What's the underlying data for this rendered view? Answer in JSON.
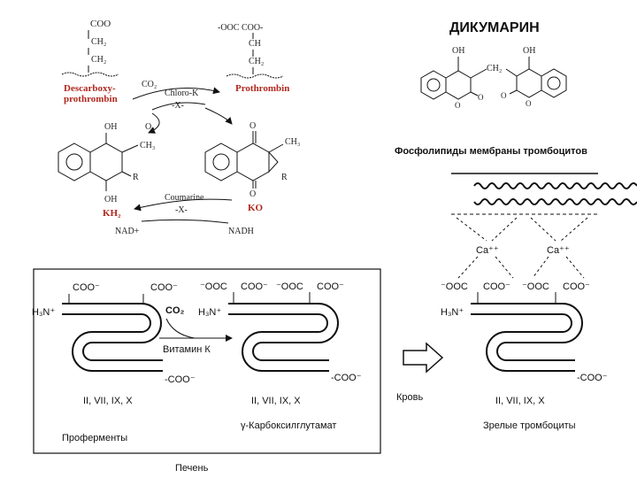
{
  "title": "ДИКУМАРИН",
  "cycle": {
    "coo_top": "COO",
    "ch2_a": "CH₂",
    "ch2_b": "CH₂",
    "descarboxy": "Descarboxy-",
    "descarboxy2": "prothrombin",
    "ooc_coo": "-OOC  COO-",
    "ch": "CH",
    "ch2_c": "CH₂",
    "prothrombin": "Prothrombin",
    "co2": "CO₂",
    "o2": "O₂",
    "enzyme": "Chloro-K",
    "cross": "-X-",
    "oh_top": "OH",
    "ch3_a": "CH₃",
    "r_a": "R",
    "oh_bottom": "OH",
    "kh2": "KH₂",
    "o_top": "O",
    "ch3_b": "CH₃",
    "r_b": "R",
    "o_bottom": "O",
    "ko": "KO",
    "coumarine": "Coumarine",
    "cross2": "-X-",
    "nad": "NAD+",
    "nadh": "NADH"
  },
  "dicoumarol": {
    "oh1": "OH",
    "oh2": "OH",
    "ch2": "CH₂",
    "o1": "O",
    "o2": "O",
    "o3": "O",
    "o4": "O"
  },
  "membrane": {
    "title": "Фосфолипиды мембраны тромбоцитов",
    "ca1": "Ca⁺⁺",
    "ca2": "Ca⁺⁺"
  },
  "liver": {
    "label": "Печень",
    "proenzymes": "Проферменты",
    "factors1": "II, VII, IX, X",
    "factors2": "II, VII, IX, X",
    "gamma": "γ-Карбоксилглутамат",
    "vitamin": "Витамин К",
    "co2": "CO₂",
    "h3n1": "H₃N⁺",
    "h3n2": "H₃N⁺",
    "coo1": "COO⁻",
    "coo2": "COO⁻",
    "coo_end1": "-COO⁻",
    "ooc_a": "⁻OOC",
    "coo_a": "COO⁻",
    "ooc_b": "⁻OOC",
    "coo_b": "COO⁻",
    "coo_end2": "-COO⁻"
  },
  "blood": {
    "label": "Кровь",
    "mature": "Зрелые тромбоциты",
    "factors": "II, VII, IX, X",
    "h3n": "H₃N⁺",
    "ooc_a": "⁻OOC",
    "coo_a": "COO⁻",
    "ooc_b": "⁻OOC",
    "coo_b": "COO⁻",
    "coo_end": "-COO⁻"
  }
}
